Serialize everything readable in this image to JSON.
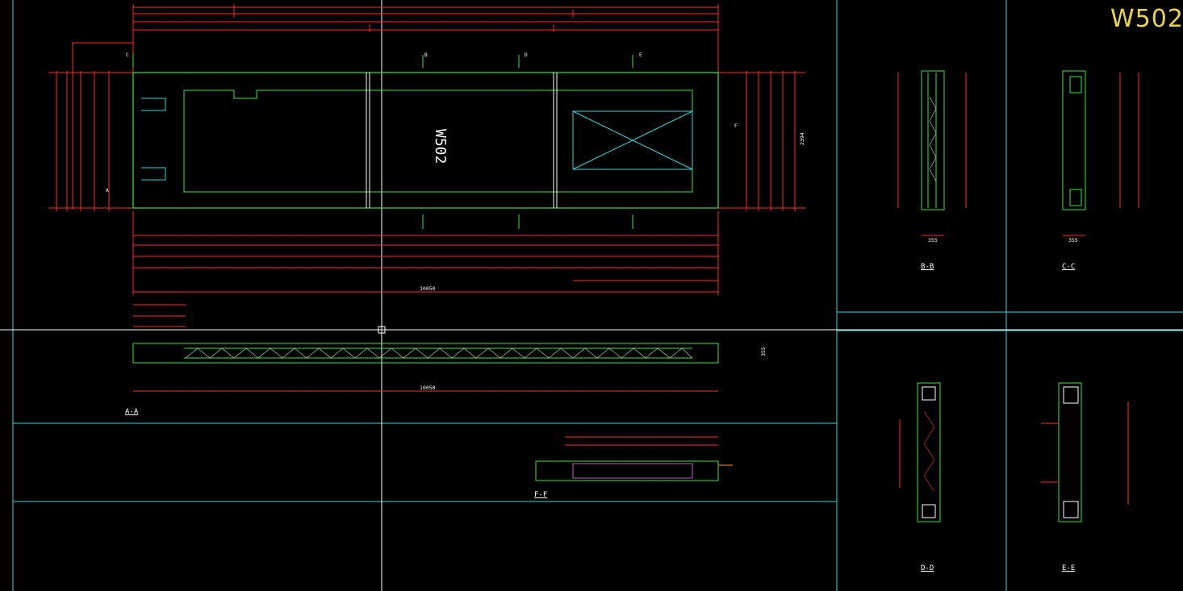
{
  "title_block": {
    "drawing_id": "W502"
  },
  "panel_mark": "W502",
  "sections": {
    "aa": "A-A",
    "bb": "B-B",
    "cc": "C-C",
    "dd": "D-D",
    "ee": "E-E",
    "ff": "F-F"
  },
  "dimensions": {
    "total_length": "10050",
    "section_aa_length": "10050",
    "height": "2394",
    "thickness_bb": "355",
    "thickness_cc": "355",
    "thickness_aa": "355"
  },
  "section_markers": [
    "C",
    "B",
    "D",
    "E",
    "F",
    "A"
  ],
  "colors": {
    "background": "#000000",
    "frame": "#2fd6d6",
    "dimension": "#ff2a2a",
    "outline": "#3be23b",
    "annotation": "#ffffff",
    "title": "#e8d44a",
    "detail": "#ff66ff"
  }
}
